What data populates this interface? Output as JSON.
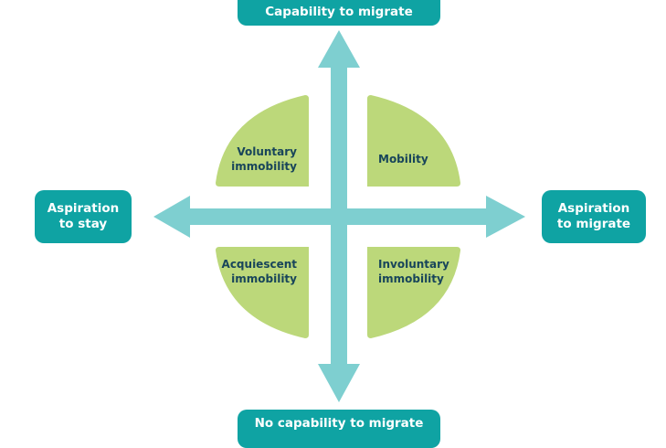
{
  "colors": {
    "teal_box": "#0fa3a3",
    "arrow": "#7ecfd0",
    "quadrant": "#bcd87a",
    "quadrant_text": "#18455a",
    "box_text": "#ffffff"
  },
  "axes": {
    "top": "Capability to migrate",
    "bottom": "No capability to migrate",
    "left": [
      "Aspiration",
      "to stay"
    ],
    "right": [
      "Aspiration",
      "to migrate"
    ]
  },
  "quadrants": {
    "top_left": [
      "Voluntary",
      "immobility"
    ],
    "top_right": [
      "Mobility"
    ],
    "bottom_left": [
      "Acquiescent",
      "immobility"
    ],
    "bottom_right": [
      "Involuntary",
      "immobility"
    ]
  }
}
